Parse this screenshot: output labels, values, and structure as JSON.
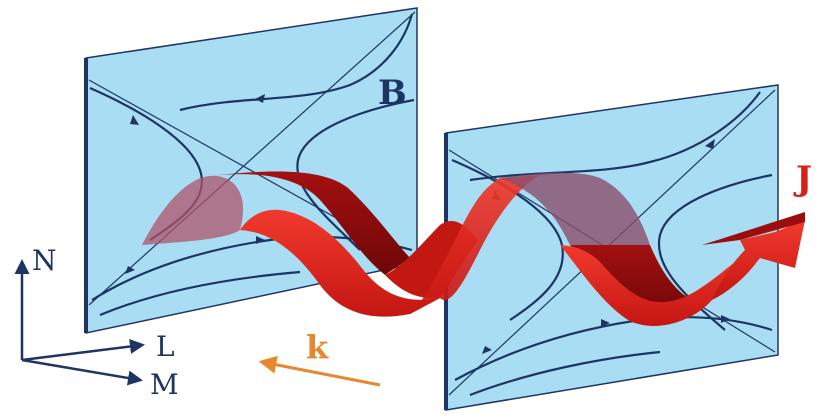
{
  "labels": {
    "field": "B",
    "current": "J",
    "wave_vector": "k",
    "axis_n": "N",
    "axis_l": "L",
    "axis_m": "M"
  },
  "colors": {
    "plane_fill": "#a9ddf3",
    "plane_edge": "#1d3563",
    "field_line": "#1d3563",
    "ribbon": "#e2241d",
    "ribbon_dark": "#8f0d0d",
    "field_label": "#1d3563",
    "current_label": "#d8201a",
    "k_label": "#e8882e",
    "axis": "#1d3563"
  }
}
